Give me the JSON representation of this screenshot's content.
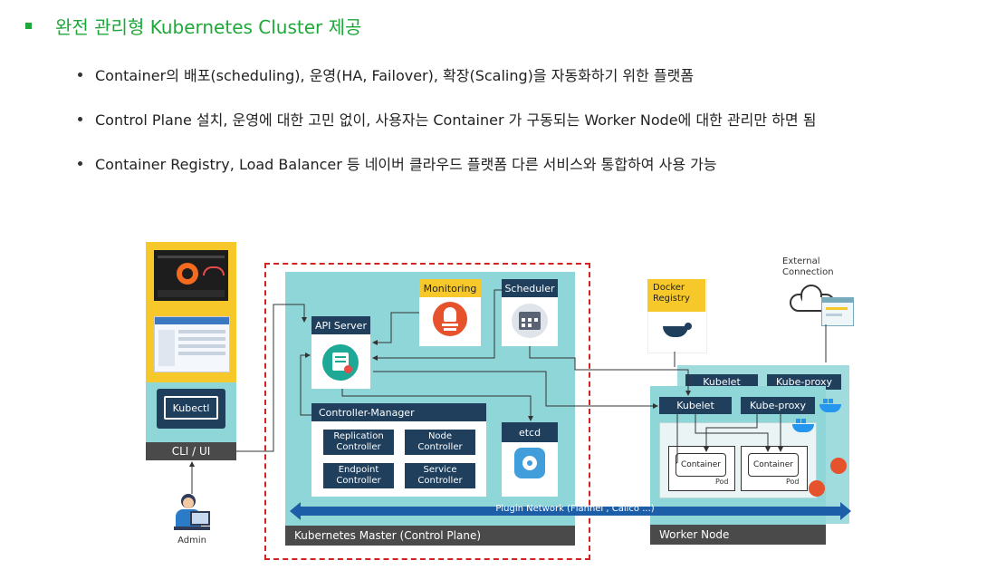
{
  "heading": "완전 관리형 Kubernetes Cluster 제공",
  "bullets": [
    "Container의 배포(scheduling), 운영(HA, Failover), 확장(Scaling)을 자동화하기 위한 플랫폼",
    "Control Plane 설치, 운영에 대한 고민 없이, 사용자는 Container 가 구동되는 Worker Node에 대한 관리만 하면 됨",
    "Container Registry, Load Balancer 등 네이버 클라우드 플랫폼 다른 서비스와 통합하여 사용 가능"
  ],
  "diagram": {
    "cli": {
      "kubectl": "Kubectl",
      "footer": "CLI / UI"
    },
    "admin": "Admin",
    "master": {
      "footer": "Kubernetes Master (Control Plane)",
      "api_server": "API Server",
      "monitoring": "Monitoring",
      "scheduler": "Scheduler",
      "controller_manager": "Controller-Manager",
      "etcd": "etcd",
      "controllers": {
        "replication": "Replication Controller",
        "node": "Node Controller",
        "endpoint": "Endpoint Controller",
        "service": "Service Controller"
      }
    },
    "plugin_network": "Plugin Network (Flannel , Calico ...)",
    "docker_registry": "Docker Registry",
    "external_connection": "External Connection",
    "worker": {
      "footer": "Worker Node",
      "kubelet_back": "Kubelet",
      "kube_proxy_back": "Kube-proxy",
      "kubelet": "Kubelet",
      "kube_proxy": "Kube-proxy",
      "container1": "Container",
      "pod1": "Pod",
      "container2": "Container",
      "pod2": "Pod"
    },
    "colors": {
      "green": "#1fa83a",
      "teal": "#8fd6d8",
      "navy": "#1f3f5c",
      "yellow": "#f7c82a",
      "dashed_red": "#d32222",
      "arrow_blue": "#1d5ea8",
      "footer_gray": "#4a4a4a"
    }
  }
}
